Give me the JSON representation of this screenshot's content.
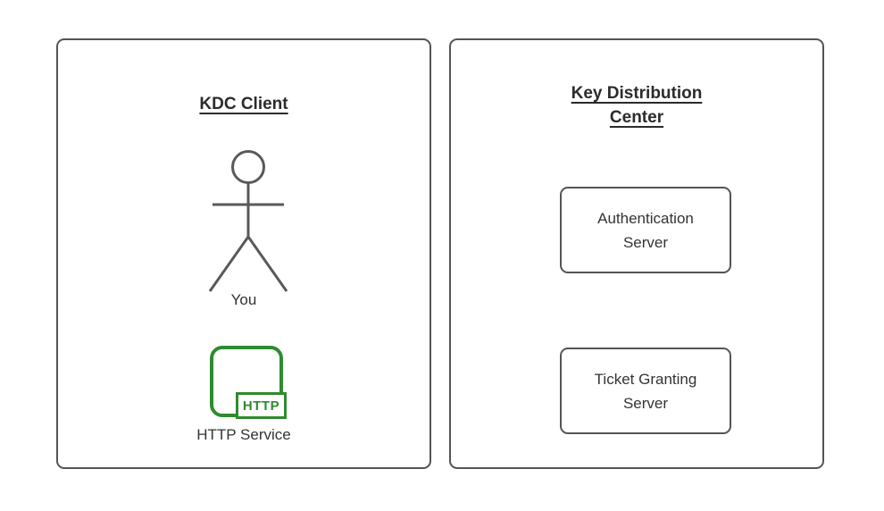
{
  "colors": {
    "background": "#ffffff",
    "panel_border": "#545454",
    "node_border": "#545454",
    "title_text": "#2b2b2b",
    "body_text": "#333333",
    "figure_stroke": "#595959",
    "accent_green": "#2e8b2e"
  },
  "client_panel": {
    "title": "KDC Client",
    "actor": {
      "icon": "stick-figure-actor-icon",
      "label": "You"
    },
    "service": {
      "icon": "http-service-icon",
      "badge": "HTTP",
      "label": "HTTP Service"
    }
  },
  "kdc_panel": {
    "title": "Key Distribution Center",
    "nodes": [
      "Authentication Server",
      "Ticket Granting Server"
    ]
  }
}
